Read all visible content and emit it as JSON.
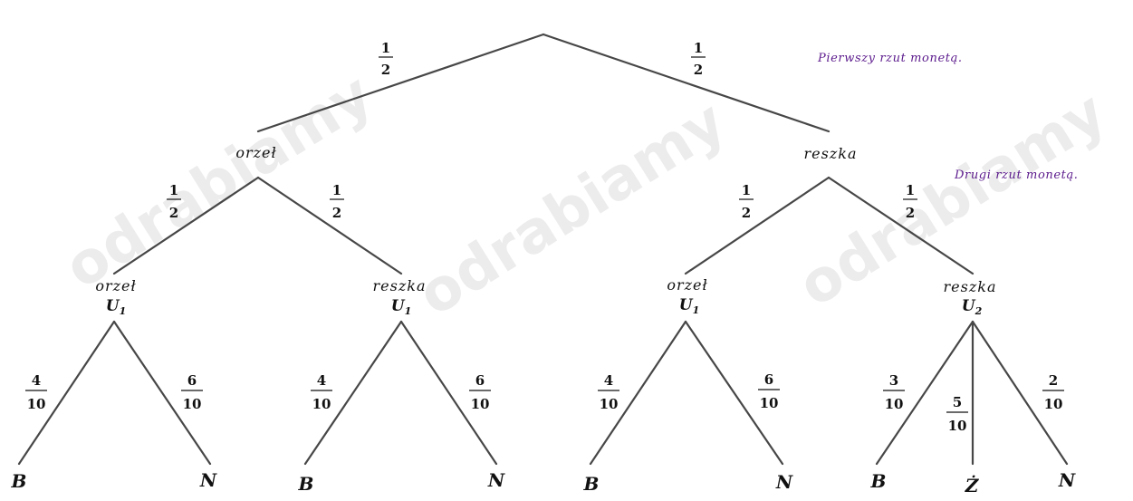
{
  "captions": {
    "first": "Pierwszy rzut monetą.",
    "second": "Drugi rzut monetą."
  },
  "watermark": "odrabiamy",
  "level1": {
    "left_label": "orzeł",
    "right_label": "reszka",
    "left_prob": {
      "num": "1",
      "den": "2"
    },
    "right_prob": {
      "num": "1",
      "den": "2"
    }
  },
  "level2": [
    {
      "label": "orzeł",
      "urn": "U",
      "urn_index": "1",
      "prob": {
        "num": "1",
        "den": "2"
      },
      "branches": [
        {
          "num": "4",
          "den": "10",
          "leaf": "B"
        },
        {
          "num": "6",
          "den": "10",
          "leaf": "N"
        }
      ]
    },
    {
      "label": "reszka",
      "urn": "U",
      "urn_index": "1",
      "prob": {
        "num": "1",
        "den": "2"
      },
      "branches": [
        {
          "num": "4",
          "den": "10",
          "leaf": "B"
        },
        {
          "num": "6",
          "den": "10",
          "leaf": "N"
        }
      ]
    },
    {
      "label": "orzeł",
      "urn": "U",
      "urn_index": "1",
      "prob": {
        "num": "1",
        "den": "2"
      },
      "branches": [
        {
          "num": "4",
          "den": "10",
          "leaf": "B"
        },
        {
          "num": "6",
          "den": "10",
          "leaf": "N"
        }
      ]
    },
    {
      "label": "reszka",
      "urn": "U",
      "urn_index": "2",
      "prob": {
        "num": "1",
        "den": "2"
      },
      "branches": [
        {
          "num": "3",
          "den": "10",
          "leaf": "B"
        },
        {
          "num": "5",
          "den": "10",
          "leaf": "Ż"
        },
        {
          "num": "2",
          "den": "10",
          "leaf": "N"
        }
      ]
    }
  ]
}
